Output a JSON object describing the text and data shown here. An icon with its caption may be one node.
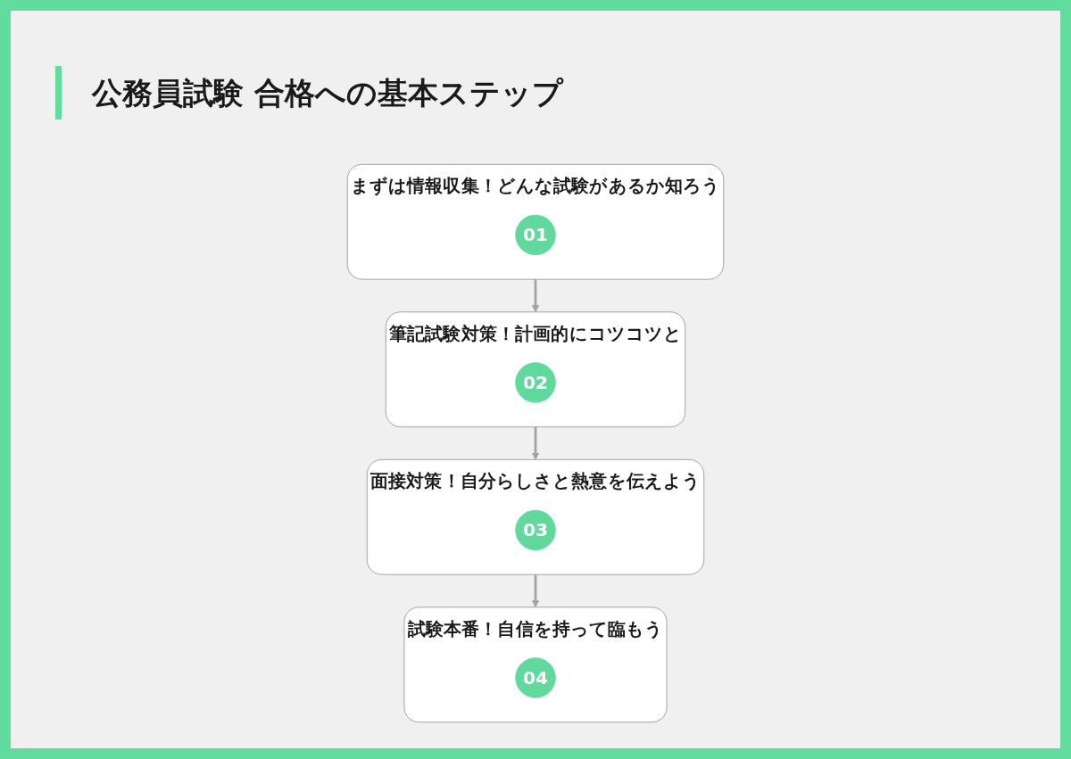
{
  "diagram": {
    "title": "公務員試験 合格への基本ステップ",
    "nodes": [
      {
        "text": [
          "まずは情報収集！どんな試験があるか知ろう"
        ]
      },
      {
        "text": [
          "01"
        ],
        "in": 0
      },
      {
        "text": [
          "筆記試験対策！計画的にコツコツと"
        ]
      },
      {
        "text": [
          "02"
        ],
        "in": 2
      },
      {
        "text": [
          "面接対策！自分らしさと熱意を伝えよう"
        ]
      },
      {
        "text": [
          "03"
        ],
        "in": 4
      },
      {
        "text": [
          "試験本番！自信を持って臨もう"
        ]
      },
      {
        "text": [
          "04"
        ],
        "in": 6
      }
    ],
    "edges": [
      {
        "from": 0,
        "to": 2,
        "arrow": "to"
      },
      {
        "from": 2,
        "to": 4,
        "arrow": "to"
      },
      {
        "from": 4,
        "to": 6,
        "arrow": "to"
      }
    ]
  }
}
